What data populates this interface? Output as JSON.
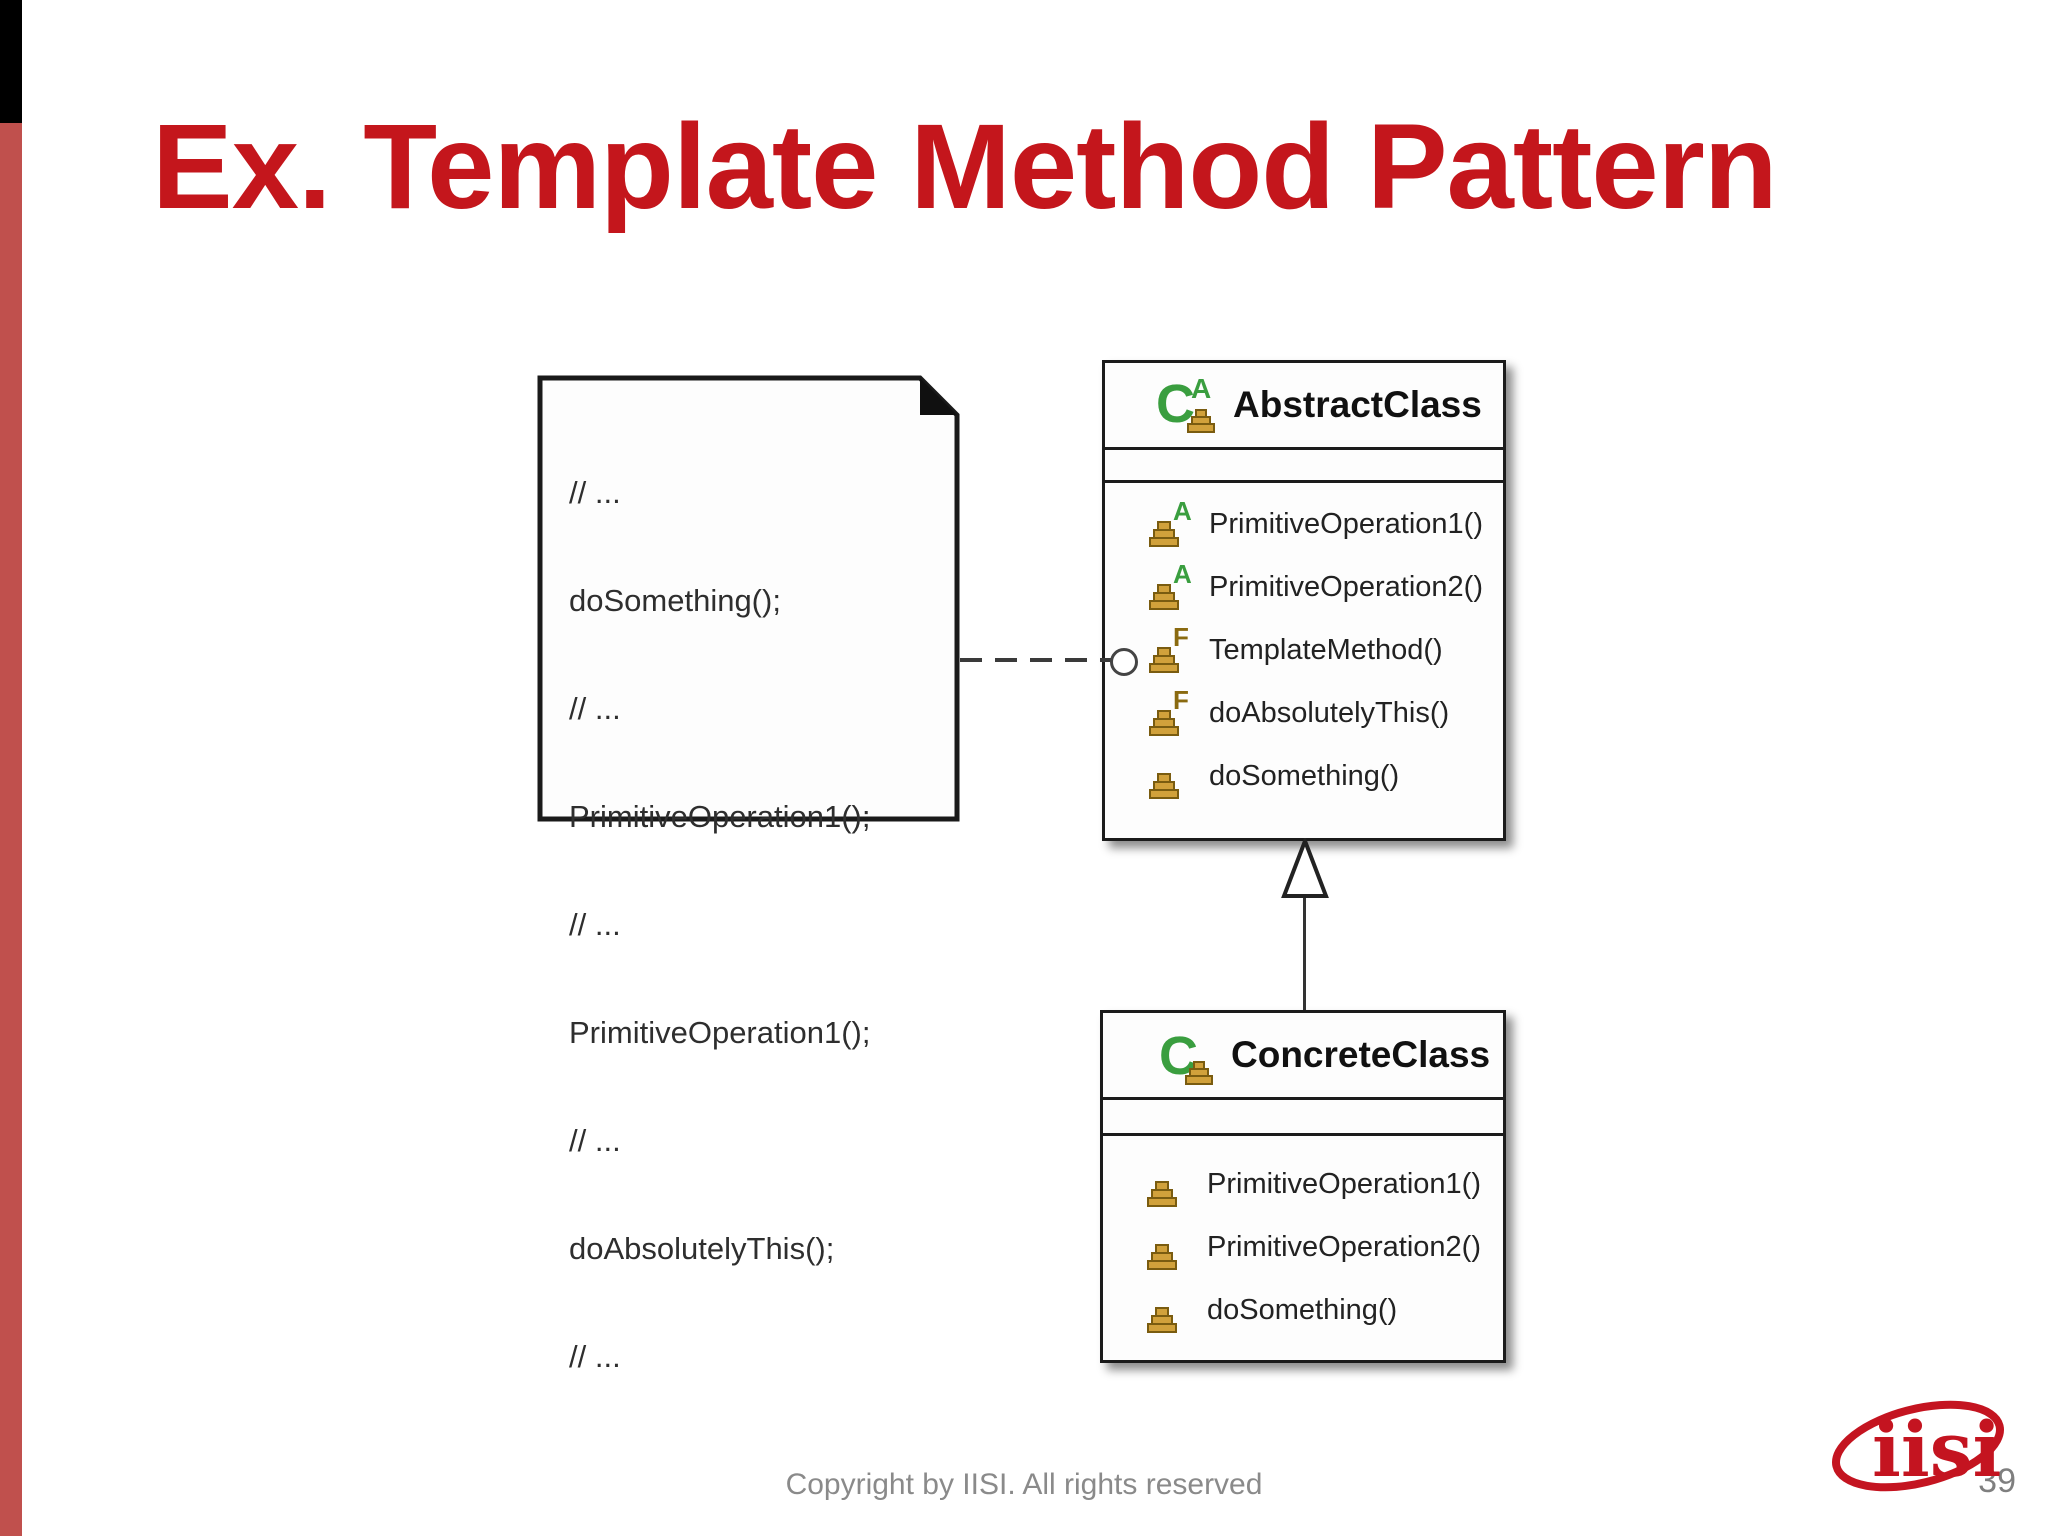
{
  "slide": {
    "title": "Ex. Template Method Pattern",
    "footer": "Copyright by IISI. All rights reserved",
    "page_number": "39",
    "logo_text": "iisi"
  },
  "colors": {
    "title_red": "#C4161C",
    "accent_bar_red": "#C0504D",
    "accent_bar_black": "#000000",
    "icon_green": "#3A9E3F",
    "icon_gold_fill": "#D1A13B",
    "icon_gold_dark": "#7a5c10",
    "footer_gray": "#8A8A8A",
    "logo_red": "#C41420"
  },
  "note": {
    "lines": [
      "// ...",
      "doSomething();",
      "// ...",
      "PrimitiveOperation1();",
      "// ...",
      "PrimitiveOperation1();",
      "// ...",
      "doAbsolutelyThis();",
      "// ..."
    ]
  },
  "uml": {
    "abstract_class": {
      "name": "AbstractClass",
      "icon": {
        "letter": "C",
        "overlay_letter": "A"
      },
      "methods": [
        {
          "label": "PrimitiveOperation1()",
          "modifier": "A"
        },
        {
          "label": "PrimitiveOperation2()",
          "modifier": "A"
        },
        {
          "label": "TemplateMethod()",
          "modifier": "F"
        },
        {
          "label": "doAbsolutelyThis()",
          "modifier": "F"
        },
        {
          "label": "doSomething()",
          "modifier": ""
        }
      ]
    },
    "concrete_class": {
      "name": "ConcreteClass",
      "icon": {
        "letter": "C"
      },
      "methods": [
        {
          "label": "PrimitiveOperation1()",
          "modifier": ""
        },
        {
          "label": "PrimitiveOperation2()",
          "modifier": ""
        },
        {
          "label": "doSomething()",
          "modifier": ""
        }
      ]
    }
  }
}
